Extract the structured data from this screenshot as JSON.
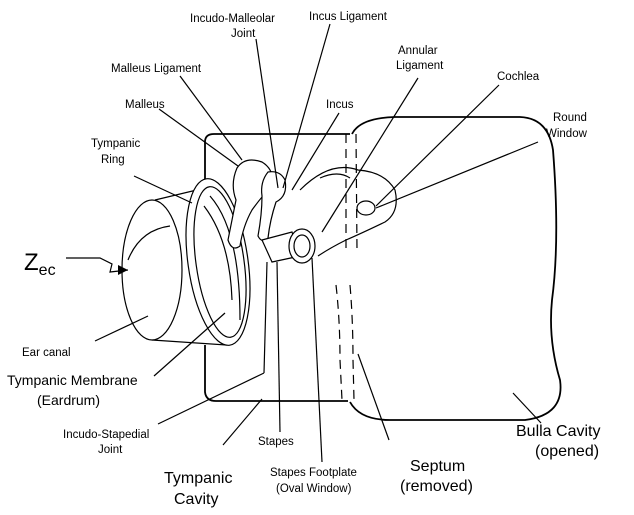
{
  "labels": {
    "incudo_malleolar_1": "Incudo-Malleolar",
    "incudo_malleolar_2": "Joint",
    "incus_ligament": "Incus Ligament",
    "annular_ligament_1": "Annular",
    "annular_ligament_2": "Ligament",
    "malleus_ligament": "Malleus Ligament",
    "cochlea": "Cochlea",
    "round_window_1": "Round",
    "round_window_2": "Window",
    "incus": "Incus",
    "malleus": "Malleus",
    "tympanic_ring_1": "Tympanic",
    "tympanic_ring_2": "Ring",
    "zec_main": "Z",
    "zec_sub": "ec",
    "ear_canal": "Ear canal",
    "tympanic_membrane_1": "Tympanic Membrane",
    "tympanic_membrane_2": "(Eardrum)",
    "incudo_stapedial_1": "Incudo-Stapedial",
    "incudo_stapedial_2": "Joint",
    "stapes": "Stapes",
    "stapes_footplate_1": "Stapes Footplate",
    "stapes_footplate_2": "(Oval Window)",
    "tympanic_cavity_1": "Tympanic",
    "tympanic_cavity_2": "Cavity",
    "septum_1": "Septum",
    "septum_2": "(removed)",
    "bulla_cavity_1": "Bulla Cavity",
    "bulla_cavity_2": "(opened)"
  }
}
